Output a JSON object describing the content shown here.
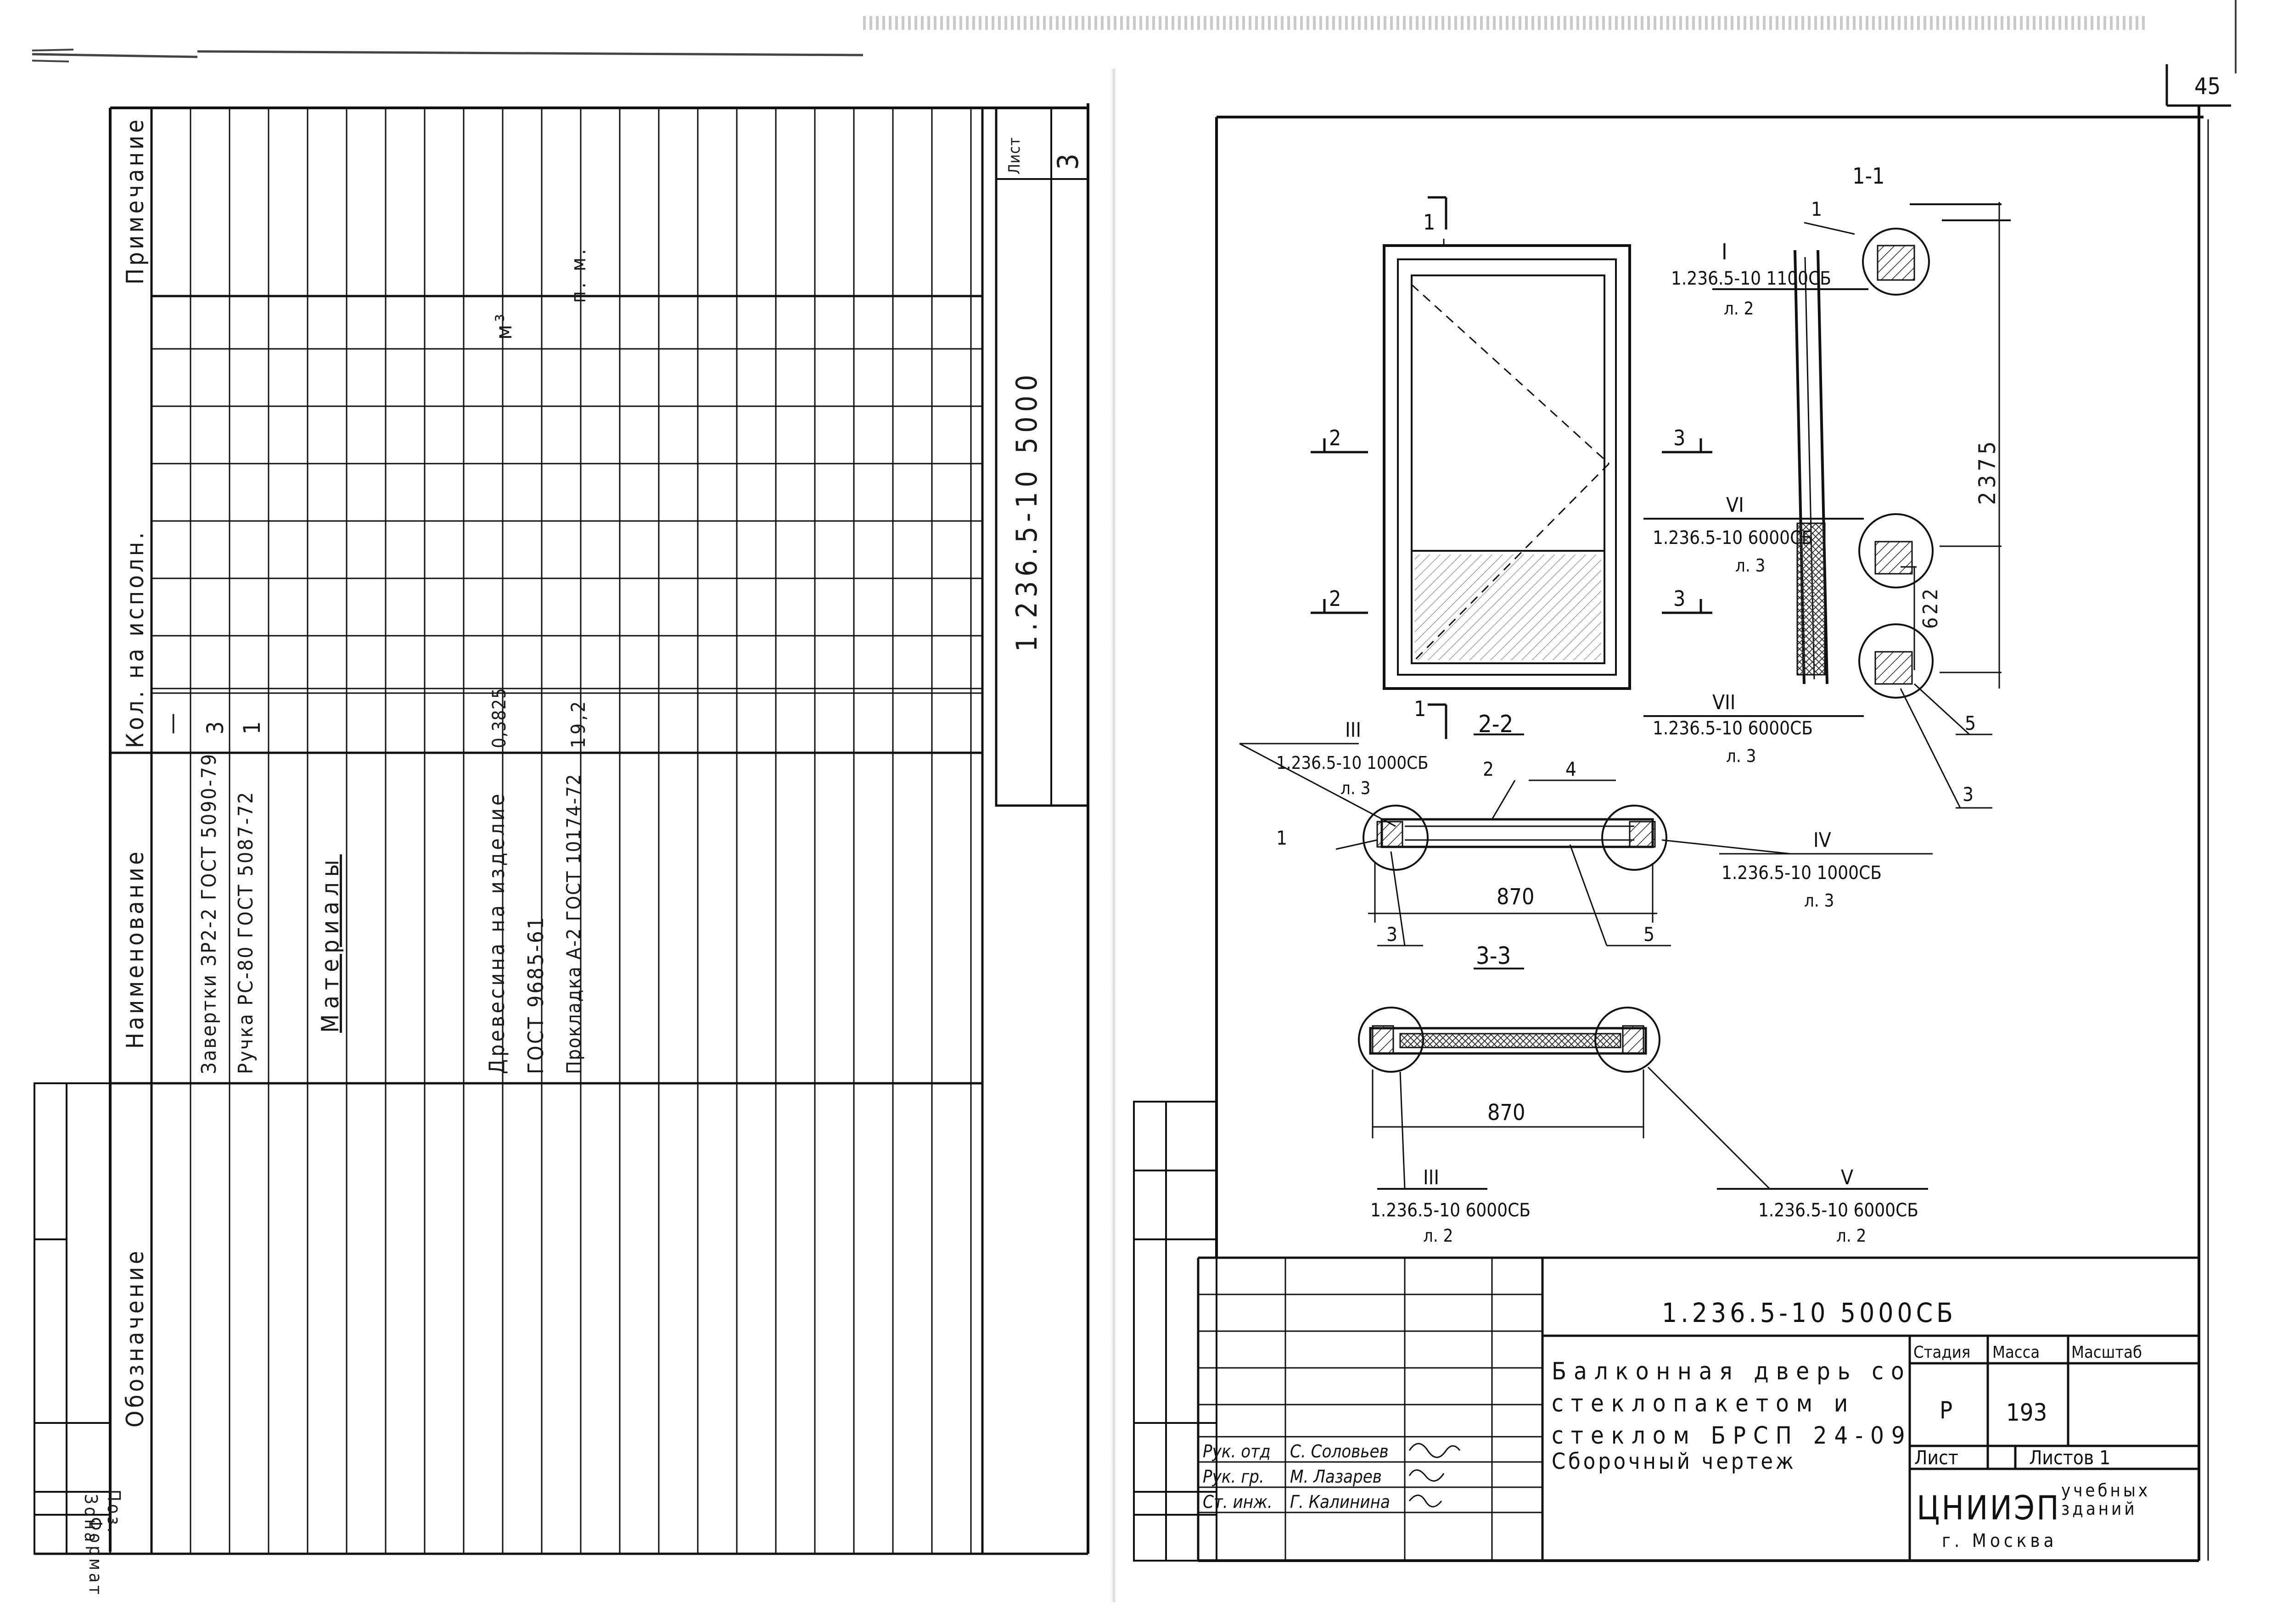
{
  "left_sheet": {
    "spec_table": {
      "headers": {
        "designation": "Обозначение",
        "name": "Наименование",
        "qty": "Кол. на исполн.",
        "note": "Примечание",
        "qty_sub": "—"
      },
      "rows": [
        {
          "name": "Завертки ЗР2-2 ГОСТ 5090-79",
          "qty": "3",
          "note": ""
        },
        {
          "name": "Ручка РС-80 ГОСТ 5087-72",
          "qty": "1",
          "note": ""
        },
        {
          "name": "Материалы",
          "qty": "",
          "note": ""
        },
        {
          "name": "Древесина на изделие",
          "qty": "0,3825",
          "note": "м³"
        },
        {
          "name": "ГОСТ 9685-61",
          "qty": "",
          "note": ""
        },
        {
          "name": "Прокладка А-2 ГОСТ 10174-72",
          "qty": "19,2",
          "note": "п. м."
        }
      ]
    },
    "stamp": {
      "doc_code": "1.236.5-10 5000",
      "sheet_label": "Лист",
      "sheet_no": "3"
    },
    "form_labels": [
      "Поз.",
      "Зона",
      "Формат"
    ]
  },
  "right_sheet": {
    "corner_page_no": "45",
    "drawing": {
      "section_1_1": "1-1",
      "section_2_2": "2-2",
      "section_3_3": "3-3",
      "cut_mark_1": "1",
      "cut_mark_2": "2",
      "cut_mark_3": "3",
      "dim_height": "2375",
      "dim_lower": "622",
      "dim_width_2": "870",
      "dim_width_3": "870",
      "positions": [
        "1",
        "2",
        "3",
        "4",
        "5"
      ],
      "callouts": [
        {
          "roman": "I",
          "ref": "1.236.5-10 1100СБ",
          "sheet": "л. 2"
        },
        {
          "roman": "VI",
          "ref": "1.236.5-10 6000СБ",
          "sheet": "л. 3"
        },
        {
          "roman": "VII",
          "ref": "1.236.5-10 6000СБ",
          "sheet": "л. 3"
        },
        {
          "roman": "III",
          "ref": "1.236.5-10 1000СБ",
          "sheet": "л. 3"
        },
        {
          "roman": "IV",
          "ref": "1.236.5-10 1000СБ",
          "sheet": "л. 3"
        },
        {
          "roman": "III",
          "ref": "1.236.5-10 6000СБ",
          "sheet": "л. 2"
        },
        {
          "roman": "V",
          "ref": "1.236.5-10 6000СБ",
          "sheet": "л. 2"
        }
      ]
    },
    "title_block": {
      "doc_code": "1.236.5-10 5000СБ",
      "title_lines": [
        "Балконная дверь со",
        "стеклопакетом и",
        "стеклом БРСП 24-09",
        "Сборочный чертеж"
      ],
      "stage_label": "Стадия",
      "mass_label": "Масса",
      "scale_label": "Масштаб",
      "stage": "Р",
      "mass": "193",
      "sheet_label": "Лист",
      "sheets_label": "Листов 1",
      "org": "ЦНИИЭП",
      "org_sub1": "учебных",
      "org_sub2": "зданий",
      "city": "г. Москва",
      "signers": [
        {
          "role": "Рук. отд",
          "name": "С. Соловьев"
        },
        {
          "role": "Рук. гр.",
          "name": "М. Лазарев"
        },
        {
          "role": "Ст. инж.",
          "name": "Г. Калинина"
        }
      ]
    }
  }
}
